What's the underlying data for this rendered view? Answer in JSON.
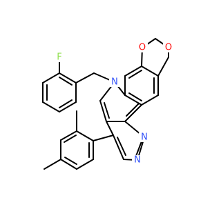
{
  "diagram": {
    "type": "chemical-structure",
    "atom_labels": {
      "o_top": "O",
      "o_right": "O",
      "f": "F",
      "n_quinoline": "N",
      "n_pyrazole_1": "N",
      "n_pyrazole_2": "N"
    },
    "colors": {
      "bond": "#000000",
      "carbon_text": "#000000",
      "oxygen": "#ff0d0d",
      "nitrogen": "#3050f8",
      "fluorine": "#90e050",
      "background": "#ffffff"
    }
  }
}
